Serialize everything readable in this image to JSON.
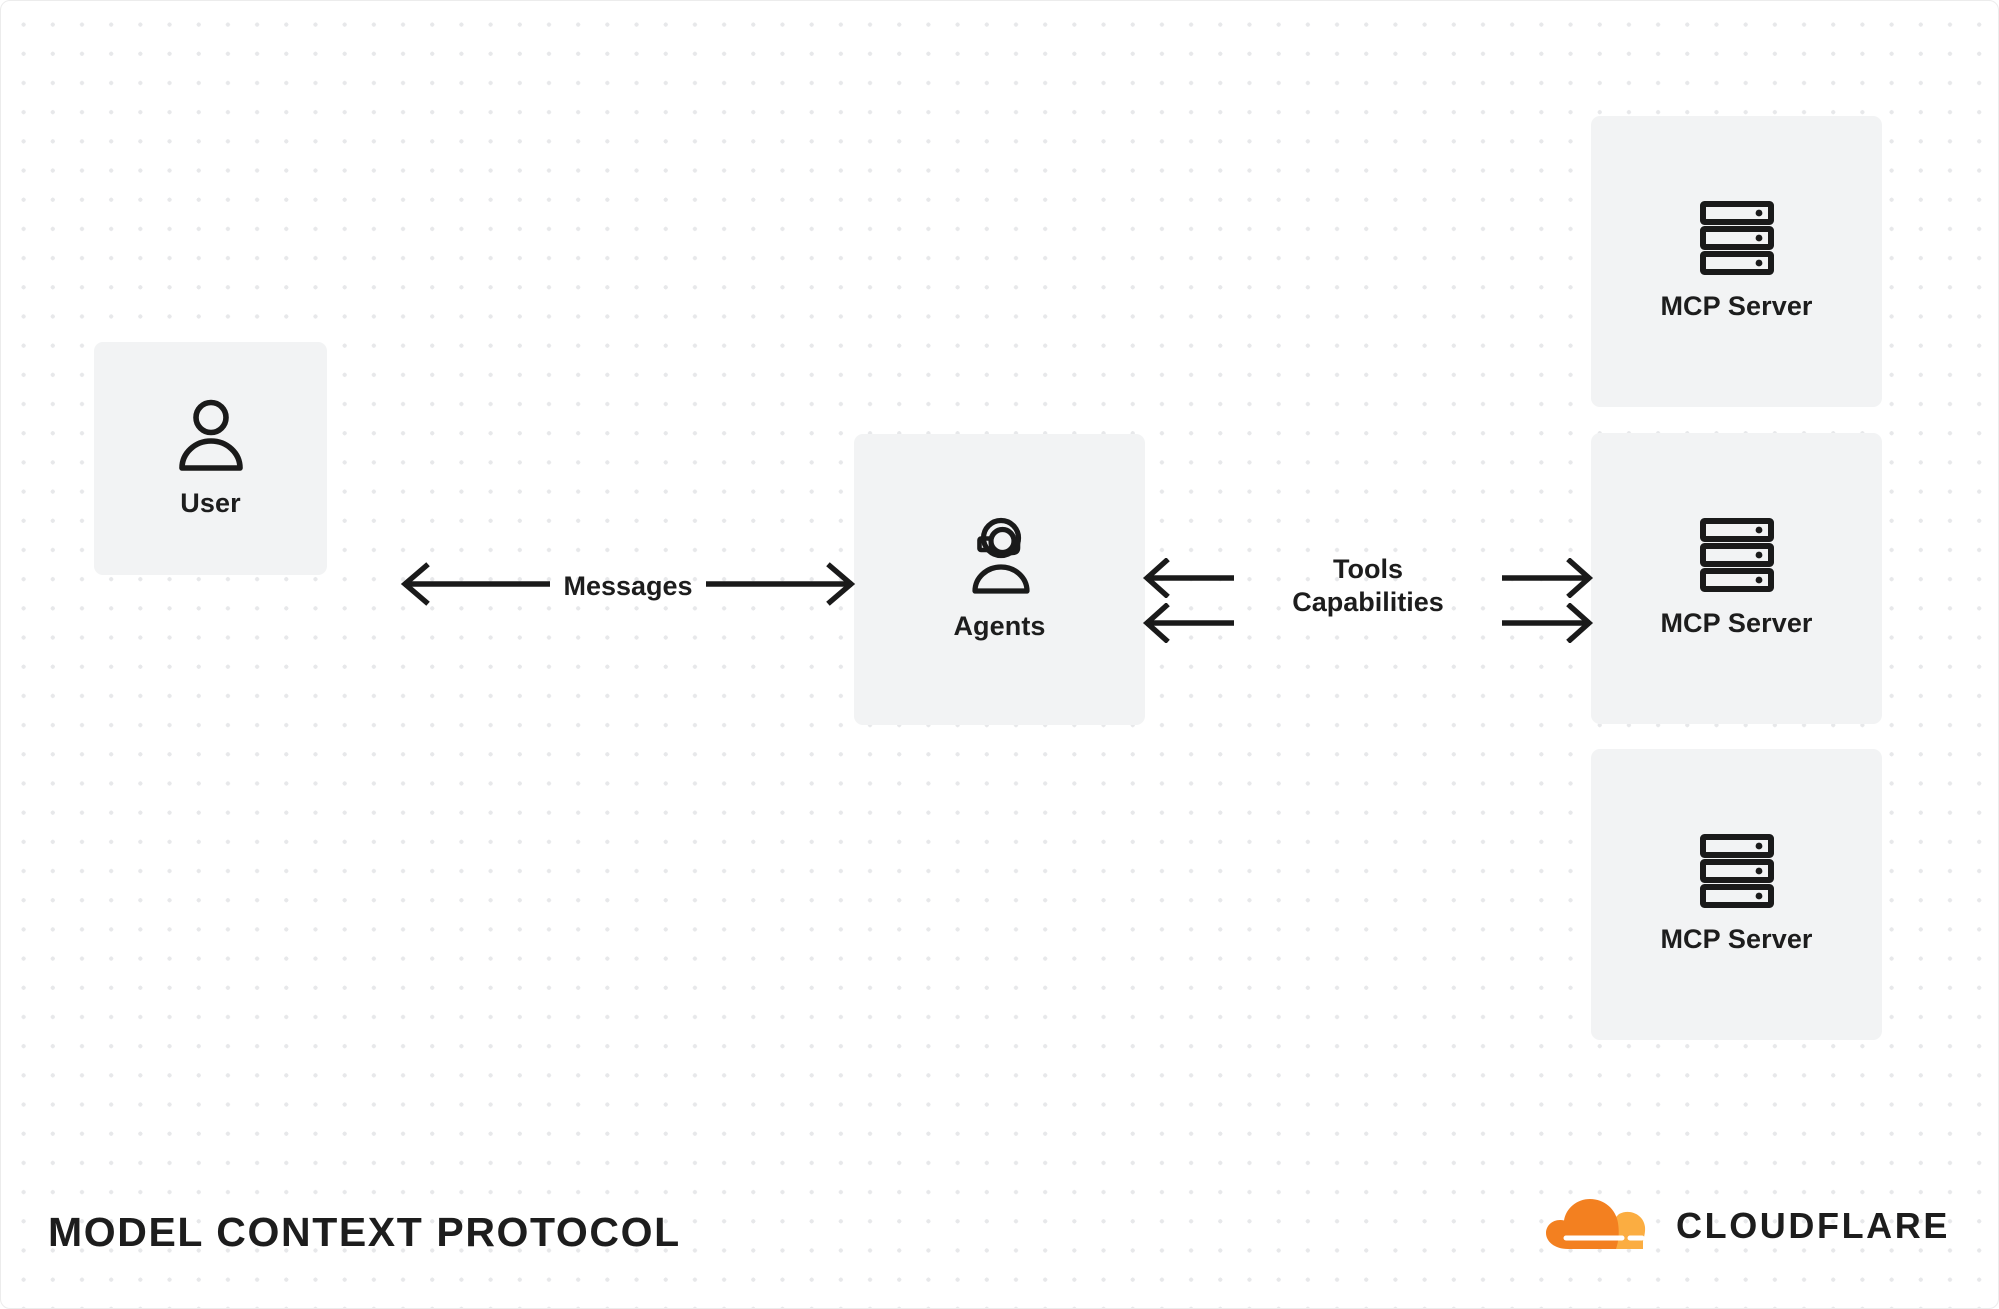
{
  "canvas": {
    "background": "#ffffff",
    "dot_color": "#e7e8ea",
    "card_color": "#f2f3f4",
    "ink_color": "#1d1d1d"
  },
  "nodes": [
    {
      "id": "user",
      "label": "User",
      "icon": "user-icon"
    },
    {
      "id": "agents",
      "label": "Agents",
      "icon": "headset-agent-icon"
    },
    {
      "id": "mcp1",
      "label": "MCP Server",
      "icon": "server-rack-icon"
    },
    {
      "id": "mcp2",
      "label": "MCP Server",
      "icon": "server-rack-icon"
    },
    {
      "id": "mcp3",
      "label": "MCP Server",
      "icon": "server-rack-icon"
    }
  ],
  "connectors": [
    {
      "id": "messages",
      "label": "Messages",
      "from": "user",
      "to": "agents",
      "direction": "bidirectional",
      "arrow_rows": 1
    },
    {
      "id": "tools-capabilities",
      "label_line_1": "Tools",
      "label_line_2": "Capabilities",
      "from": "agents",
      "to": "mcp2",
      "direction": "bidirectional",
      "arrow_rows": 2
    }
  ],
  "footer": {
    "title": "MODEL CONTEXT PROTOCOL"
  },
  "brand": {
    "name": "CLOUDFLARE",
    "logo_color_primary": "#f38020",
    "logo_color_secondary": "#fbad41"
  }
}
